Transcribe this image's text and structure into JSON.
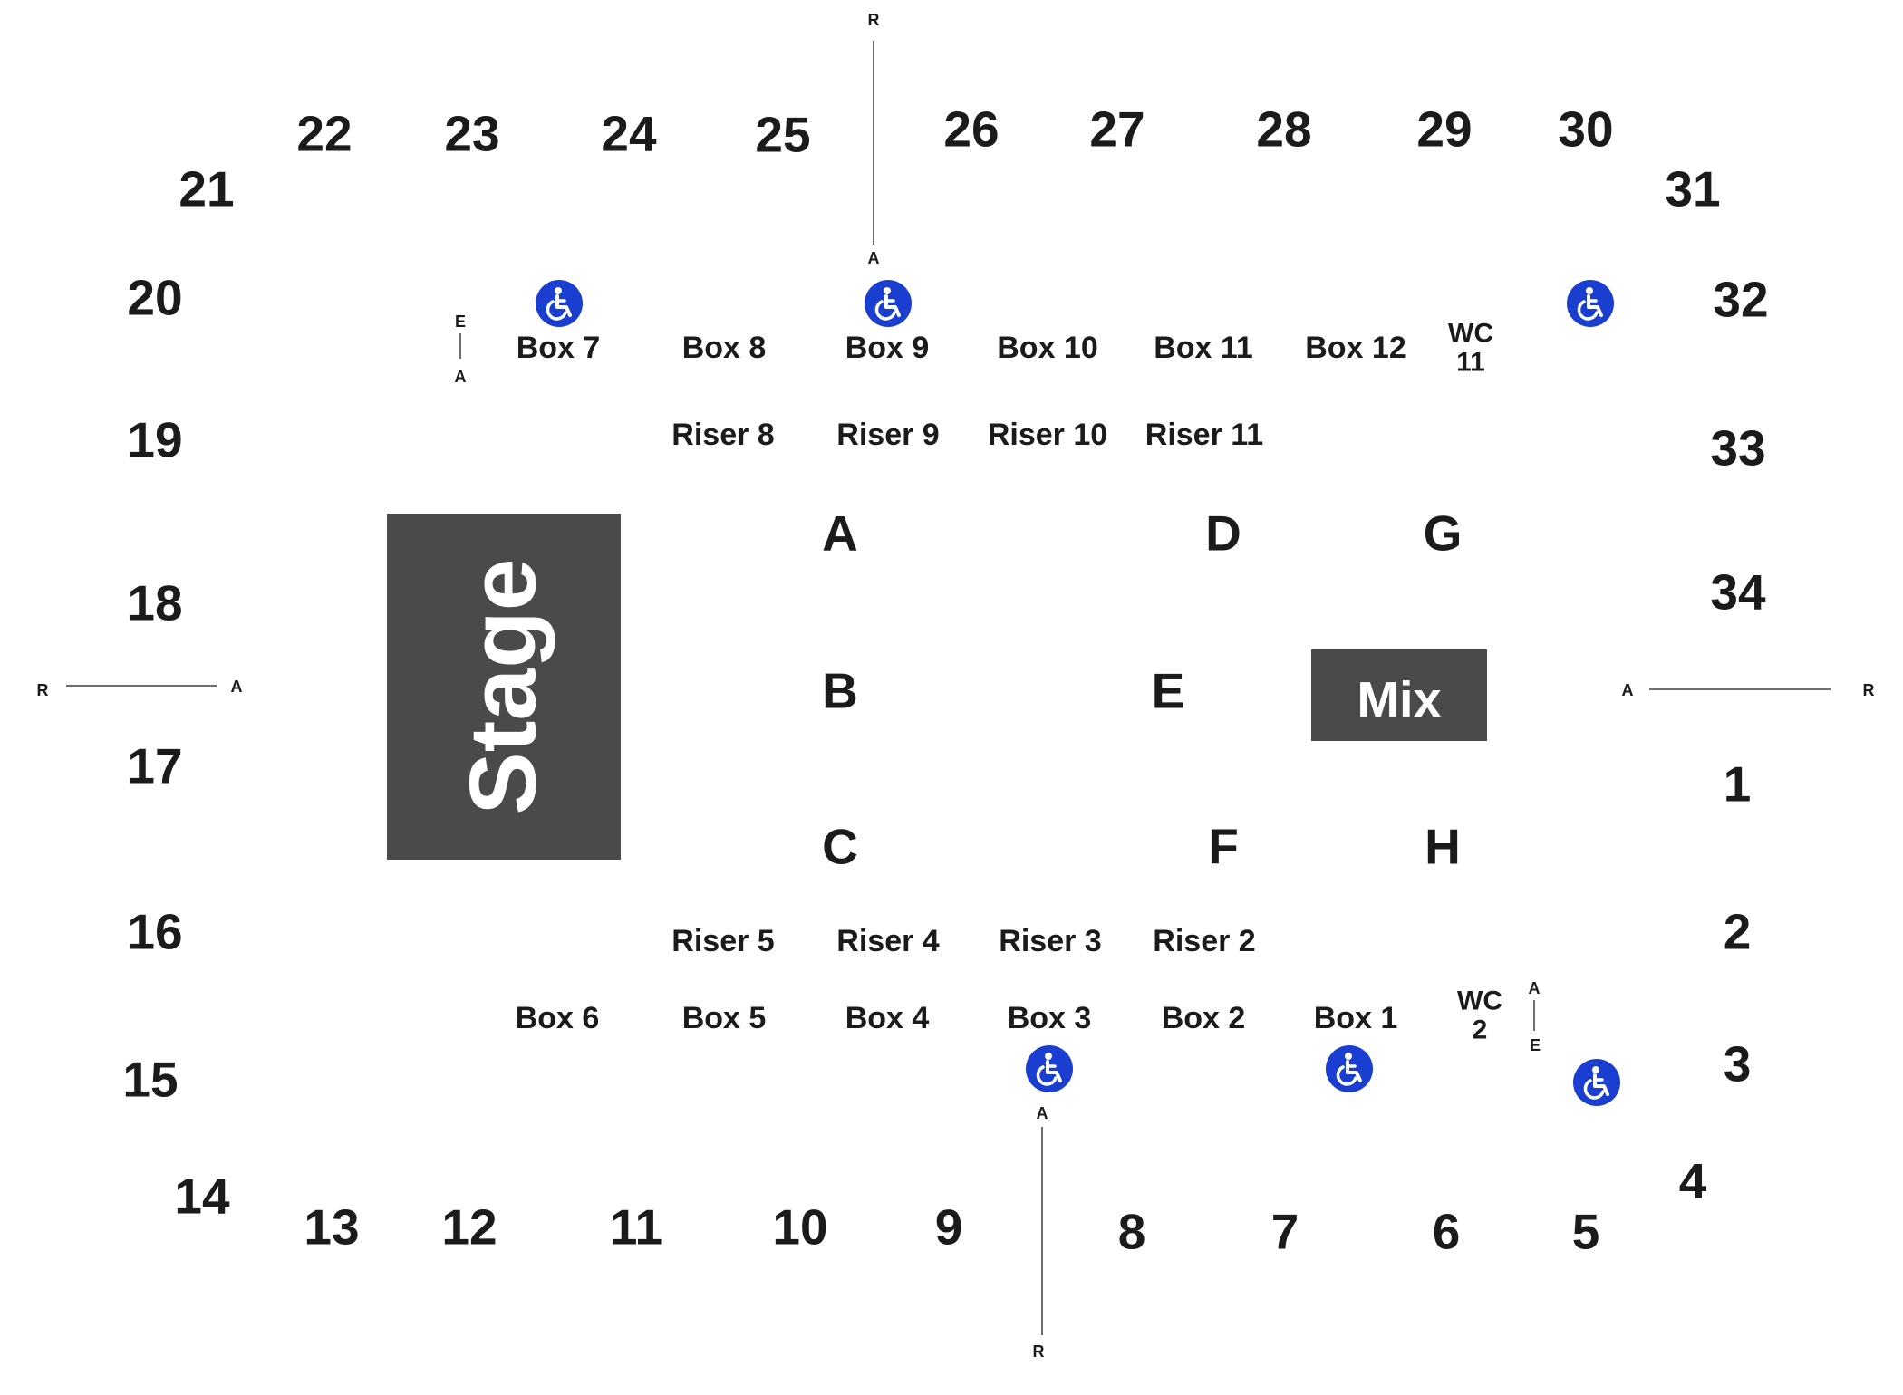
{
  "sections": [
    "1",
    "2",
    "3",
    "4",
    "5",
    "6",
    "7",
    "8",
    "9",
    "10",
    "11",
    "12",
    "13",
    "14",
    "15",
    "16",
    "17",
    "18",
    "19",
    "20",
    "21",
    "22",
    "23",
    "24",
    "25",
    "26",
    "27",
    "28",
    "29",
    "30",
    "31",
    "32",
    "33",
    "34"
  ],
  "boxes": [
    "Box 1",
    "Box 2",
    "Box 3",
    "Box 4",
    "Box 5",
    "Box 6",
    "Box 7",
    "Box 8",
    "Box 9",
    "Box 10",
    "Box 11",
    "Box 12"
  ],
  "risers": [
    "Riser 2",
    "Riser 3",
    "Riser 4",
    "Riser 5",
    "Riser 8",
    "Riser 9",
    "Riser 10",
    "Riser 11"
  ],
  "floor": [
    "A",
    "B",
    "C",
    "D",
    "E",
    "F",
    "G",
    "H"
  ],
  "wc": [
    "WC\n11",
    "WC\n2"
  ],
  "stage_label": "Stage",
  "mix_label": "Mix",
  "markers": {
    "r": "R",
    "a": "A",
    "e": "E"
  },
  "icons": {
    "accessible": "wheelchair-icon"
  },
  "colors": {
    "stage_fill": "#4a4a4a",
    "mix_fill": "#4a4a4a",
    "accessible_fill": "#1a3fd0",
    "label_text": "#1b1b1b"
  }
}
